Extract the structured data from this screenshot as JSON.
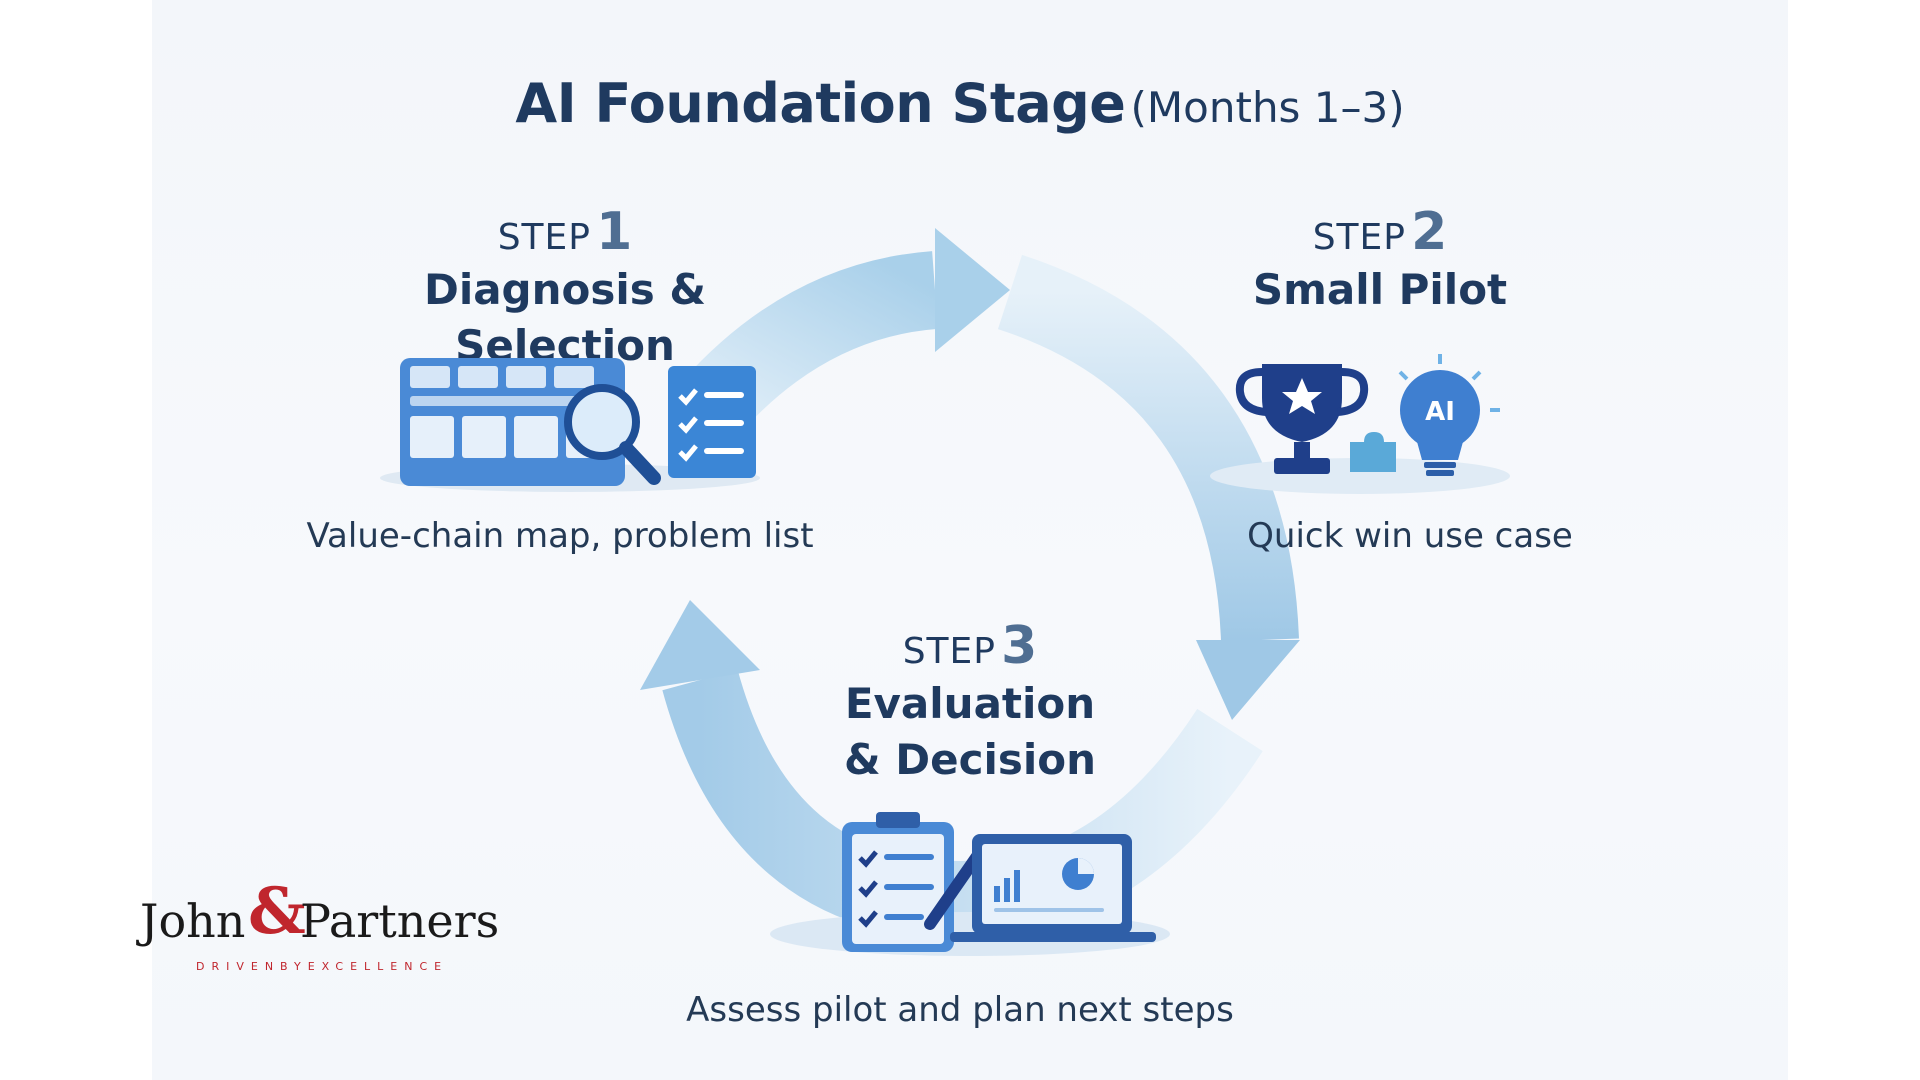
{
  "title": {
    "main": "AI Foundation Stage",
    "sub": "(Months 1–3)"
  },
  "steps": [
    {
      "label": "STEP",
      "number": "1",
      "name": "Diagnosis & Selection",
      "description": "Value-chain map, problem list",
      "icons": [
        "value-chain-board-icon",
        "magnifier-icon",
        "checklist-icon"
      ]
    },
    {
      "label": "STEP",
      "number": "2",
      "name": "Small Pilot",
      "description": "Quick win use case",
      "icons": [
        "trophy-icon",
        "puzzle-icon",
        "lightbulb-icon"
      ],
      "icon_text": "AI"
    },
    {
      "label": "STEP",
      "number": "3",
      "name_line1": "Evaluation",
      "name_line2": "& Decision",
      "description": "Assess pilot and plan next steps",
      "icons": [
        "clipboard-checklist-icon",
        "pen-icon",
        "laptop-chart-icon"
      ]
    }
  ],
  "logo": {
    "name_left": "John",
    "ampersand": "&",
    "name_right": "Partners",
    "tagline": "DRIVENBYEXCELLENCE"
  },
  "colors": {
    "title": "#1f3a5f",
    "arrow": "#9fc8e6",
    "icon_blue": "#3f7fd0",
    "icon_navy": "#1f3f8a",
    "logo_red": "#c0262d"
  }
}
